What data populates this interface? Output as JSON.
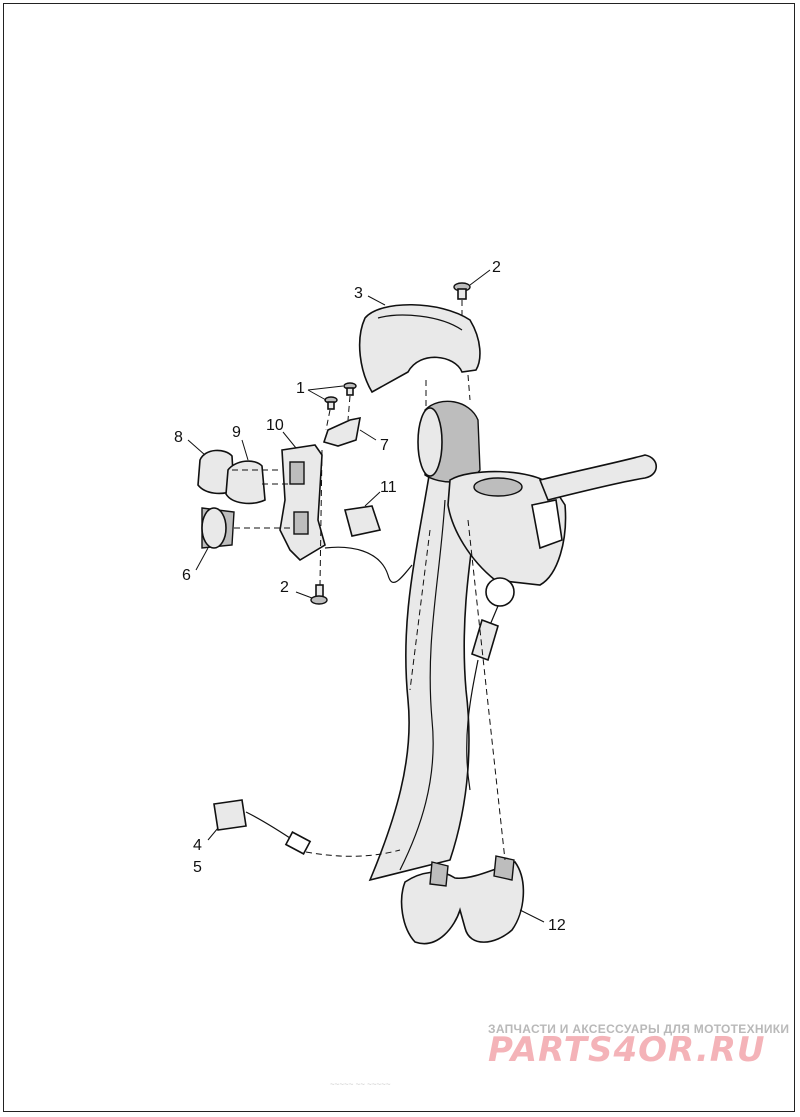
{
  "diagram": {
    "callouts": [
      {
        "id": "c1",
        "label": "1"
      },
      {
        "id": "c2a",
        "label": "2"
      },
      {
        "id": "c2b",
        "label": "2"
      },
      {
        "id": "c3",
        "label": "3"
      },
      {
        "id": "c4",
        "label": "4"
      },
      {
        "id": "c5",
        "label": "5"
      },
      {
        "id": "c6",
        "label": "6"
      },
      {
        "id": "c7",
        "label": "7"
      },
      {
        "id": "c8",
        "label": "8"
      },
      {
        "id": "c9",
        "label": "9"
      },
      {
        "id": "c10",
        "label": "10"
      },
      {
        "id": "c11",
        "label": "11"
      },
      {
        "id": "c12",
        "label": "12"
      }
    ]
  },
  "watermark": {
    "tagline": "ЗАПЧАСТИ И АКСЕССУАРЫ ДЛЯ МОТОТЕХНИКИ",
    "logo_text": "PARTS4OR.RU",
    "color": "#f4b3b8"
  },
  "figure_code": "~~~~~ ~~ ~~~~~"
}
